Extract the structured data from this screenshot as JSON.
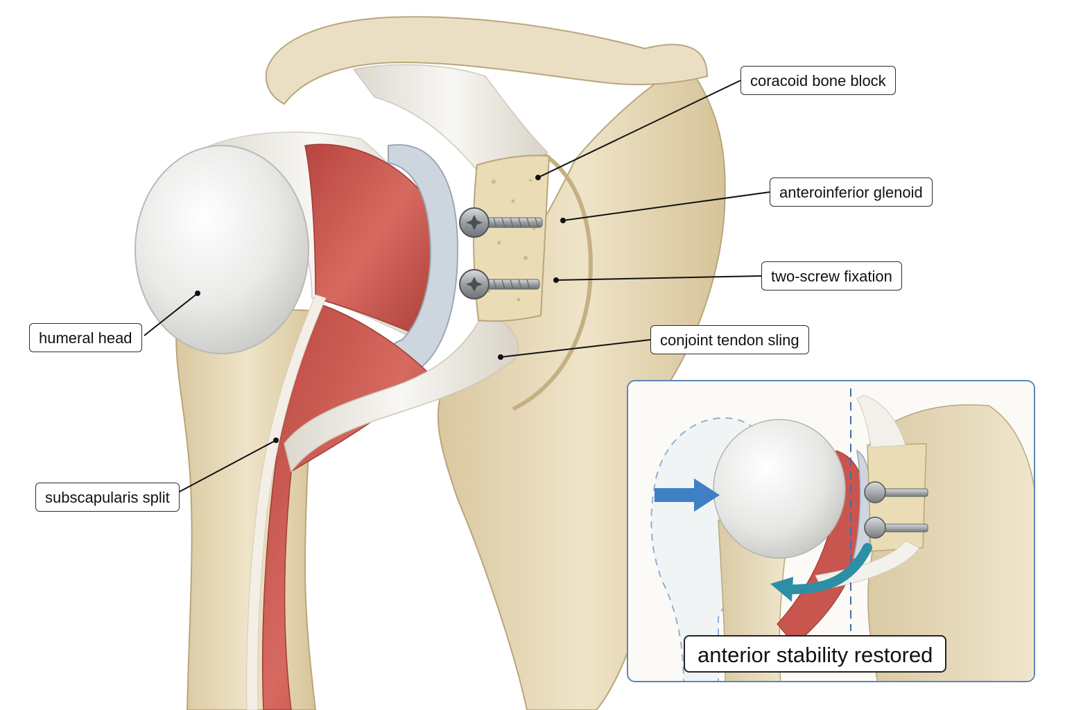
{
  "labels": {
    "coracoid_bone_block": "coracoid bone block",
    "anteroinferior_glenoid": "anteroinferior glenoid",
    "two_screw_fixation": "two-screw fixation",
    "conjoint_tendon_sling": "conjoint tendon sling",
    "humeral_head": "humeral head",
    "subscapularis_split": "subscapularis split"
  },
  "inset": {
    "caption": "anterior stability restored"
  },
  "colors": {
    "bone": "#e9dcbc",
    "bone_shadow": "#cdb98e",
    "cartilage": "#e8e8e6",
    "muscle": "#c9554f",
    "tendon": "#f1efe8",
    "labrum": "#c9d3dc",
    "screw": "#a7aaad",
    "inset_border": "#5b86b5",
    "arrow_blue": "#3f7fc4",
    "arrow_teal": "#2c8fa6"
  }
}
